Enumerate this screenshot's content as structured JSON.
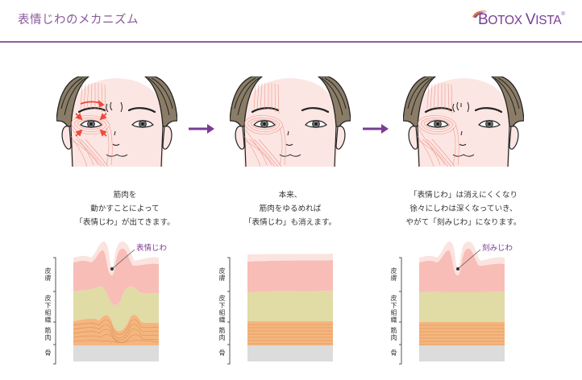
{
  "header": {
    "title": "表情じわのメカニズム",
    "logo": {
      "brand_first": "B",
      "brand_rest": "OTOX ",
      "brand_second_first": "V",
      "brand_second_rest": "ISTA",
      "registered": "®"
    },
    "rule_color": "#8b5f9e"
  },
  "panels": [
    {
      "id": "muscle-contract",
      "face_state": "muscles-contracting-with-arrows",
      "caption_lines": [
        "筋肉を",
        "動かすことによって",
        "「表情じわ」が出てきます。"
      ],
      "cross_section": {
        "state": "expression-wrinkle",
        "callout": "表情じわ"
      }
    },
    {
      "id": "muscle-relaxed",
      "face_state": "muscles-relaxed",
      "caption_lines": [
        "本来、",
        "筋肉をゆるめれば",
        "「表情じわ」も消えます。"
      ],
      "cross_section": {
        "state": "smooth",
        "callout": ""
      }
    },
    {
      "id": "deep-wrinkle",
      "face_state": "static-wrinkle",
      "caption_lines": [
        "「表情じわ」は消えにくくなり",
        "徐々にしわは深くなっていき、",
        "やがて「刻みじわ」になります。"
      ],
      "cross_section": {
        "state": "etched-wrinkle",
        "callout": "刻みじわ"
      }
    }
  ],
  "layer_labels": {
    "skin": "皮膚",
    "subcutaneous": "皮下組織",
    "muscle": "筋肉",
    "bone": "骨"
  },
  "arrows": [
    {
      "icon": "right-arrow-icon",
      "color": "#7a3d92"
    },
    {
      "icon": "right-arrow-icon",
      "color": "#7a3d92"
    }
  ],
  "colors": {
    "accent": "#7a3d92",
    "epidermis": "#fbe3df",
    "dermis": "#f8bdb7",
    "subcutaneous": "#e1dba6",
    "muscle": "#f4b67e",
    "muscle_line": "#d98c55",
    "bone": "#dcdcdc",
    "skin_face": "#fbe6e3",
    "muscle_fiber": "#f08a80",
    "motion_arrow": "#ee4a3a"
  }
}
